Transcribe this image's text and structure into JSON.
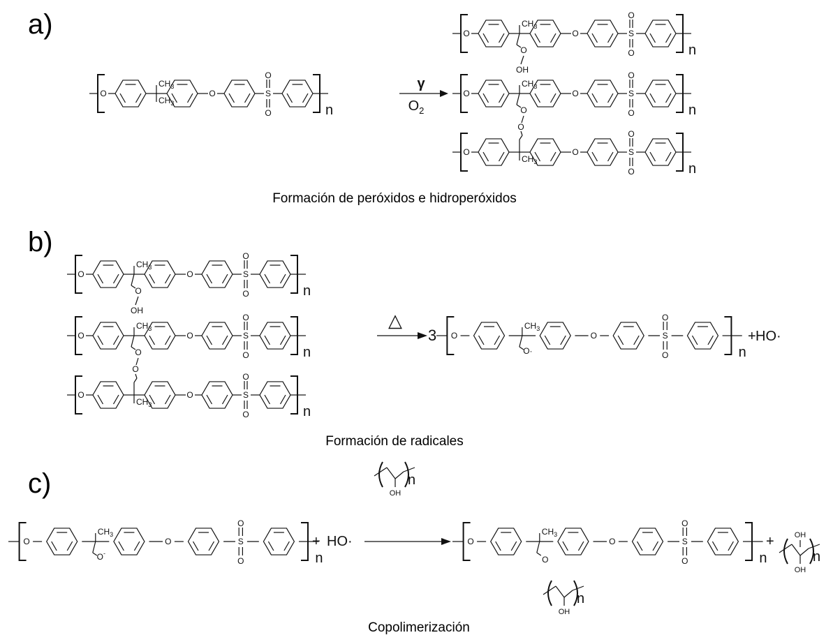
{
  "panels": [
    {
      "label": "a)",
      "caption": "Formación de peróxidos e hidroperóxidos"
    },
    {
      "label": "b)",
      "caption": "Formación de radicales"
    },
    {
      "label": "c)",
      "caption": "Copolimerización"
    }
  ],
  "atoms": {
    "oxygen": "O",
    "sulfur": "S",
    "methyl": "CH",
    "methyl_sub": "3",
    "hydroxyl": "OH",
    "repeat": "n",
    "hydroxyl_radical": "HO·",
    "alkoxy_radical": "O·",
    "oxy_anion": "O",
    "oxy_anion_sup": "-",
    "plus": "+",
    "coefficient": "3"
  },
  "conditions": {
    "a_above": "γ",
    "a_below_main": "O",
    "a_below_sub": "2",
    "b_above": "△"
  }
}
